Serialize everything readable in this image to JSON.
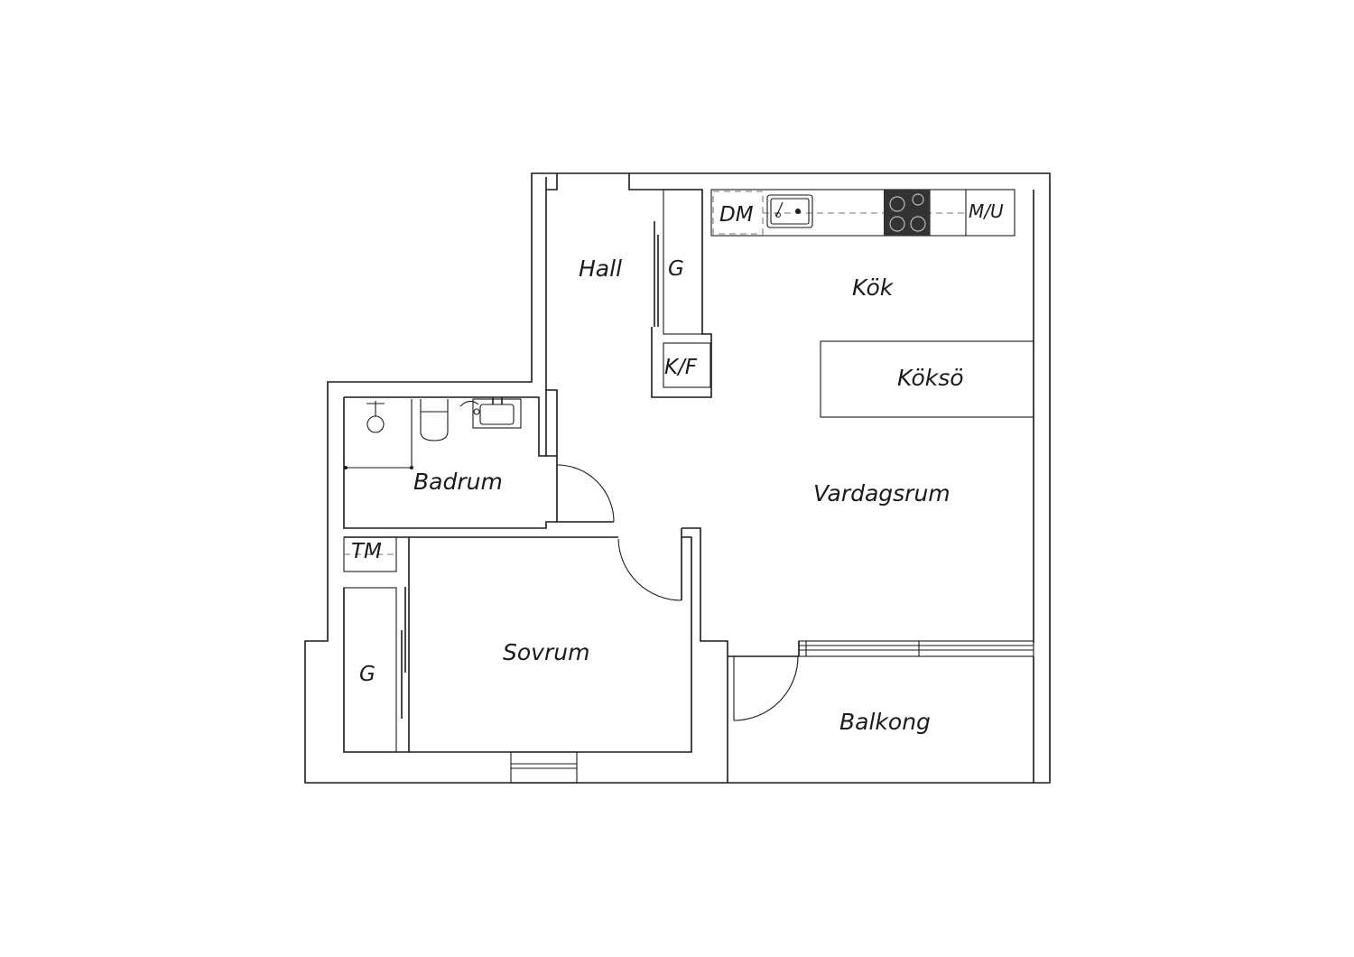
{
  "rooms": {
    "hall": "Hall",
    "kok": "Kök",
    "koksoe": "Köksö",
    "vardagsrum": "Vardagsrum",
    "badrum": "Badrum",
    "sovrum": "Sovrum",
    "balkong": "Balkong"
  },
  "fixtures": {
    "hall_closet": "G",
    "fridge_freezer": "K/F",
    "dishwasher": "DM",
    "microwave_oven": "M/U",
    "washing_machine": "TM",
    "bedroom_closet": "G"
  },
  "colors": {
    "line": "#1a1a1a",
    "stove": "#333333",
    "dashed": "#777777"
  }
}
